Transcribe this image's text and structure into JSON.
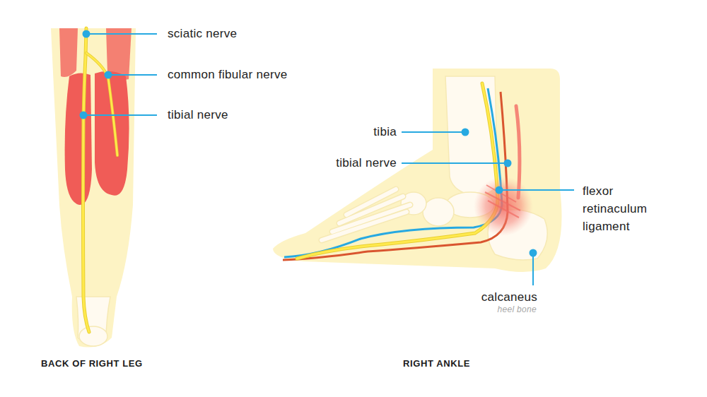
{
  "diagram": {
    "labels": [
      "sciatic nerve",
      "common fibular nerve",
      "tibial nerve",
      "tibia",
      "tibial nerve",
      "flexor retinaculum ligament",
      "calcaneus",
      "heel bone",
      "BACK OF RIGHT LEG",
      "RIGHT ANKLE"
    ]
  }
}
